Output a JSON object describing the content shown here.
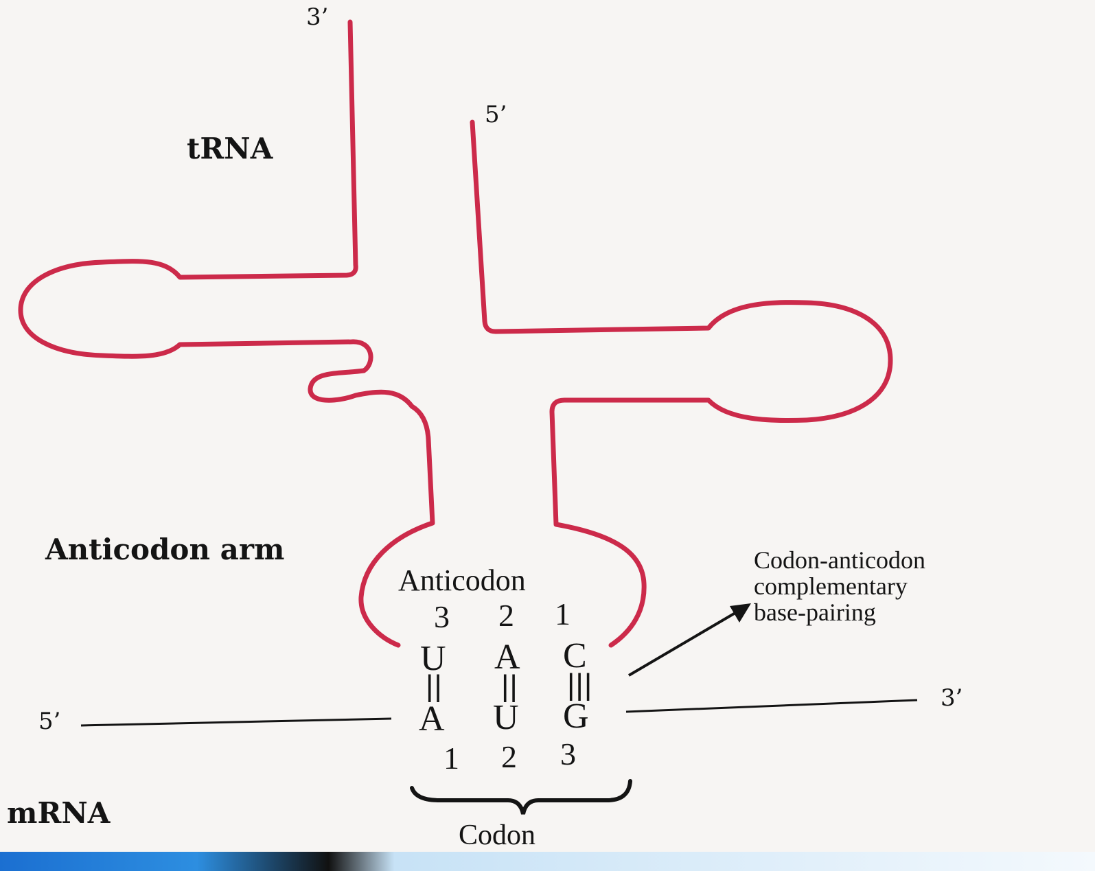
{
  "labels": {
    "trna": "tRNA",
    "trna_3prime": "3’",
    "trna_5prime": "5’",
    "anticodon_arm": "Anticodon arm",
    "anticodon": "Anticodon",
    "mrna": "mRNA",
    "mrna_5prime": "5’",
    "mrna_3prime": "3’",
    "codon": "Codon",
    "pairing_note": [
      "Codon-anticodon",
      "complementary",
      "base-pairing"
    ]
  },
  "anticodon_positions": [
    "3",
    "2",
    "1"
  ],
  "anticodon_bases": [
    "U",
    "A",
    "C"
  ],
  "pair_bonds": [
    "||",
    "||",
    "|||"
  ],
  "codon_bases": [
    "A",
    "U",
    "G"
  ],
  "codon_positions": [
    "1",
    "2",
    "3"
  ],
  "colors": {
    "trna_strand": "#cc2a4a",
    "text": "#141414",
    "mrna_strand": "#141414",
    "background": "#f7f5f3"
  }
}
